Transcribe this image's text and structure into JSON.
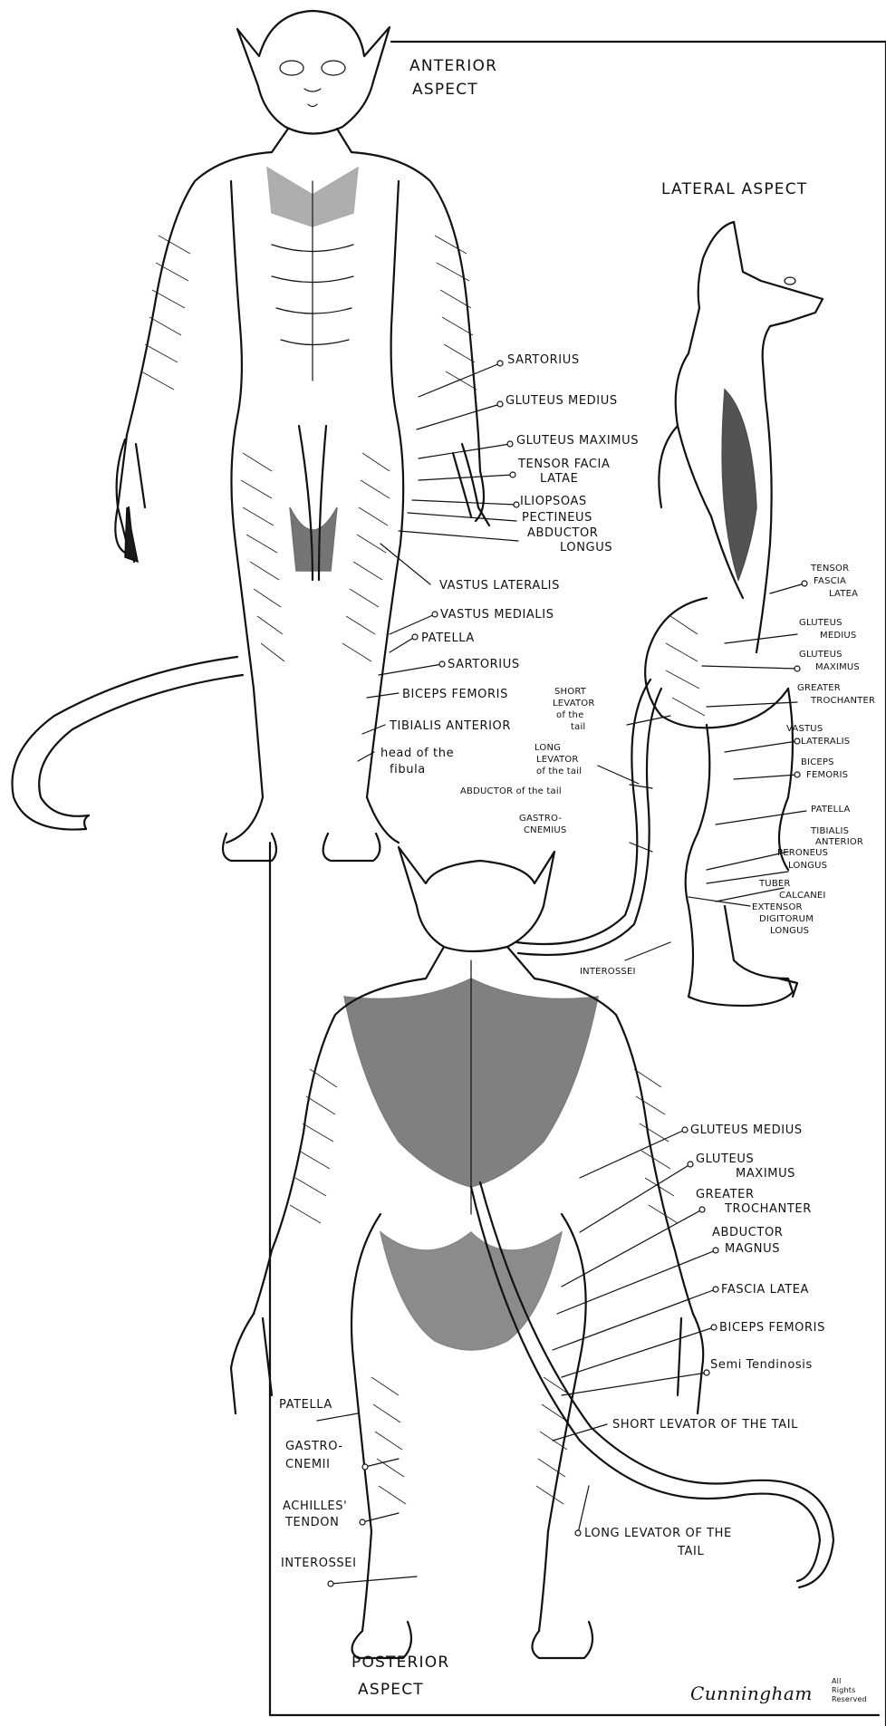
{
  "headings": {
    "anterior": [
      "ANTERIOR",
      "ASPECT"
    ],
    "lateral": "LATERAL ASPECT",
    "posterior": [
      "POSTERIOR",
      "ASPECT"
    ]
  },
  "anterior_labels": {
    "sartorius": "SARTORIUS",
    "gluteus_medius": "GLUTEUS MEDIUS",
    "gluteus_maximus": "GLUTEUS MAXIMUS",
    "tensor_facia_1": "TENSOR FACIA",
    "tensor_facia_2": "LATAE",
    "iliopsoas": "ILIOPSOAS",
    "pectineus": "PECTINEUS",
    "abductor_1": "ABDUCTOR",
    "abductor_2": "LONGUS",
    "vastus_lateralis": "VASTUS LATERALIS",
    "vastus_medialis": "VASTUS MEDIALIS",
    "patella": "PATELLA",
    "sartorius_2": "SARTORIUS",
    "biceps_femoris": "BICEPS FEMORIS",
    "tibialis_anterior": "TIBIALIS ANTERIOR",
    "head_fibula_1": "head of the",
    "head_fibula_2": "fibula"
  },
  "lateral_labels": {
    "tensor_1": "TENSOR",
    "tensor_2": "FASCIA",
    "tensor_3": "LATEA",
    "gluteus_medius_1": "GLUTEUS",
    "gluteus_medius_2": "MEDIUS",
    "gluteus_maximus_1": "GLUTEUS",
    "gluteus_maximus_2": "MAXIMUS",
    "greater_troch_1": "GREATER",
    "greater_troch_2": "TROCHANTER",
    "short_levator_1": "SHORT",
    "short_levator_2": "LEVATOR",
    "short_levator_3": "of the",
    "short_levator_4": "tail",
    "long_levator_1": "LONG",
    "long_levator_2": "LEVATOR",
    "long_levator_3": "of the tail",
    "abductor_tail": "ABDUCTOR of the tail",
    "gastro_1": "GASTRO-",
    "gastro_2": "CNEMIUS",
    "vastus_lat_1": "VASTUS",
    "vastus_lat_2": "LATERALIS",
    "biceps_1": "BICEPS",
    "biceps_2": "FEMORIS",
    "patella": "PATELLA",
    "tibialis_1": "TIBIALIS",
    "tibialis_2": "ANTERIOR",
    "peroneus_1": "PERONEUS",
    "peroneus_2": "LONGUS",
    "tuber_1": "TUBER",
    "tuber_2": "CALCANEI",
    "extensor_1": "EXTENSOR",
    "extensor_2": "DIGITORUM",
    "extensor_3": "LONGUS",
    "interossei": "INTEROSSEI"
  },
  "posterior_labels": {
    "gluteus_medius": "GLUTEUS MEDIUS",
    "gluteus_maximus_1": "GLUTEUS",
    "gluteus_maximus_2": "MAXIMUS",
    "greater_troch_1": "GREATER",
    "greater_troch_2": "TROCHANTER",
    "abductor_1": "ABDUCTOR",
    "abductor_2": "MAGNUS",
    "fascia": "FASCIA LATEA",
    "biceps": "BICEPS FEMORIS",
    "semi": "Semi Tendinosis",
    "short_levator": "SHORT LEVATOR OF THE TAIL",
    "patella": "PATELLA",
    "gastro_1": "GASTRO-",
    "gastro_2": "CNEMII",
    "achilles_1": "ACHILLES'",
    "achilles_2": "TENDON",
    "interossei": "INTEROSSEI",
    "long_levator_1": "LONG LEVATOR OF THE",
    "long_levator_2": "TAIL"
  },
  "signature": {
    "name": "Cunningham",
    "note_1": "All",
    "note_2": "Rights",
    "note_3": "Reserved"
  }
}
